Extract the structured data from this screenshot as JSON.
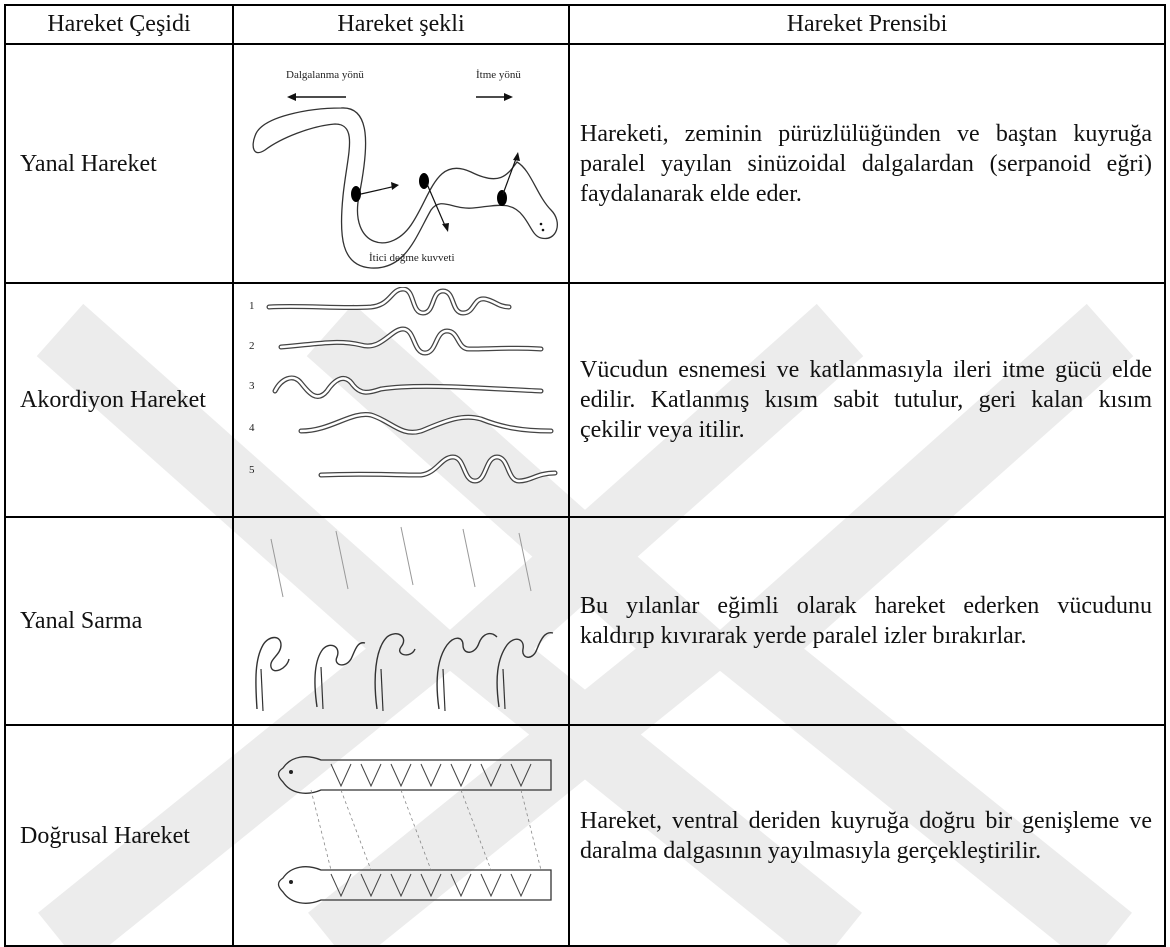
{
  "table": {
    "headers": [
      "Hareket Çeşidi",
      "Hareket şekli",
      "Hareket Prensibi"
    ],
    "rows": [
      {
        "type": "Yanal Hareket",
        "principle": "Hareketi, zeminin pürüzlülüğünden ve baştan kuyruğa paralel yayılan sinüzoidal dalgalardan (serpanoid eğri) faydalanarak elde eder.",
        "figure_labels": {
          "wave_direction": "Dalgalanma yönü",
          "push_direction": "İtme yönü",
          "contact_force": "İtici değme kuvveti"
        }
      },
      {
        "type": "Akordiyon Hareket",
        "principle": "Vücudun esnemesi ve katlanmasıyla ileri itme gücü elde edilir. Katlanmış kısım sabit tutulur, geri kalan kısım çekilir veya itilir.",
        "figure_labels": {
          "steps": [
            "1",
            "2",
            "3",
            "4",
            "5"
          ]
        }
      },
      {
        "type": "Yanal Sarma",
        "principle": "Bu yılanlar eğimli olarak hareket ederken vücudunu kaldırıp kıvırarak yerde paralel izler bırakırlar."
      },
      {
        "type": "Doğrusal Hareket",
        "principle": "Hareket, ventral deriden kuyruğa doğru bir genişleme ve daralma dalgasının yayılmasıyla gerçekleştirilir."
      }
    ]
  },
  "colors": {
    "watermark": "#ececec",
    "line": "#333333"
  }
}
